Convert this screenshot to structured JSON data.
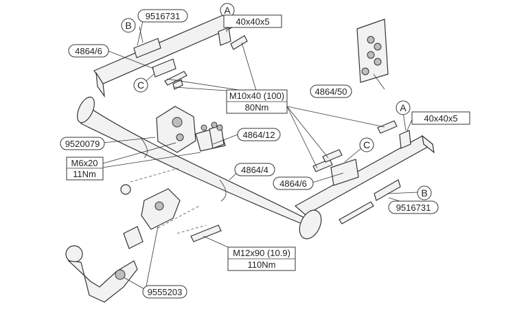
{
  "labels": {
    "circle_a_top": "A",
    "circle_b_top": "B",
    "circle_c_left": "C",
    "circle_a_right": "A",
    "circle_c_right": "C",
    "circle_b_right": "B",
    "bracket_plate_top": "40x40x5",
    "bracket_plate_right": "40x40x5",
    "part_9516731_top": "9516731",
    "part_9516731_right": "9516731",
    "part_4864_6_left": "4864/6",
    "part_4864_6_right": "4864/6",
    "part_4864_50": "4864/50",
    "bolt_m10_spec": "M10x40 (100)",
    "bolt_m10_torque": "80Nm",
    "part_9520079": "9520079",
    "part_4864_12": "4864/12",
    "bolt_m6_spec": "M6x20",
    "bolt_m6_torque": "11Nm",
    "part_4864_4": "4864/4",
    "bolt_m12_spec": "M12x90 (10.9)",
    "bolt_m12_torque": "110Nm",
    "part_9555203": "9555203"
  }
}
